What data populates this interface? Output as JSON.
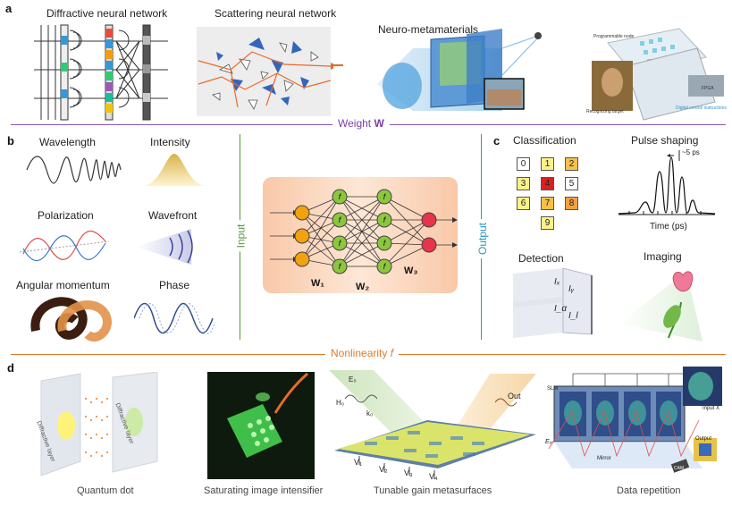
{
  "panels": {
    "a": "a",
    "b": "b",
    "c": "c",
    "d": "d"
  },
  "top": {
    "diffractive": "Diffractive neural network",
    "scattering": "Scattering neural network",
    "neuro": "Neuro-metamaterials",
    "weight_prefix": "Weight ",
    "weight_symbol": "W",
    "programmable_node": "Programmable node",
    "recognizing": "Recognizing target",
    "fpga": "FPGA",
    "digital_control": "Digital control instructions"
  },
  "inputs": {
    "wavelength": "Wavelength",
    "intensity": "Intensity",
    "polarization": "Polarization",
    "wavefront": "Wavefront",
    "angular": "Angular momentum",
    "phase": "Phase",
    "input_label": "Input",
    "output_label": "Output"
  },
  "network": {
    "f": "f",
    "w1": "W₁",
    "w2": "W₂",
    "w3": "W₃"
  },
  "outputs": {
    "classification": "Classification",
    "pulse": "Pulse shaping",
    "pulse_tick": "~5 ps",
    "time_axis": "Time (ps)",
    "detection": "Detection",
    "imaging": "Imaging",
    "digits": [
      "0",
      "1",
      "2",
      "3",
      "4",
      "5",
      "6",
      "7",
      "8",
      "9"
    ],
    "Ix": "Iₓ",
    "Iy": "Iᵧ",
    "Ia": "I_α",
    "Il": "I_l"
  },
  "nonlinearity": {
    "prefix": "Nonlinearity ",
    "symbol": "f"
  },
  "bottom": {
    "quantum": "Quantum dot",
    "diffractive_layer_1": "Diffractive layer",
    "diffractive_layer_2": "Diffractive layer",
    "intensifier": "Saturating image intensifier",
    "tunable": "Tunable gain metasurfaces",
    "repetition": "Data repetition",
    "E0": "E₀",
    "H0": "H₀",
    "k0": "k₀",
    "out": "Out",
    "V1": "V₁",
    "V2": "V₂",
    "V3": "V₃",
    "V4": "V₄",
    "slm": "SLM",
    "mirror": "Mirror",
    "input_x": "Input X",
    "output": "Output",
    "camera": "CAM",
    "Ep": "Eₚ"
  },
  "colors": {
    "purple": "#7b3fa6",
    "green": "#5a9a3a",
    "teal": "#2a9bc1",
    "orange": "#e07b2a",
    "node_orange": "#f2a20f",
    "node_green": "#8cc63e",
    "node_red": "#e8344a"
  }
}
